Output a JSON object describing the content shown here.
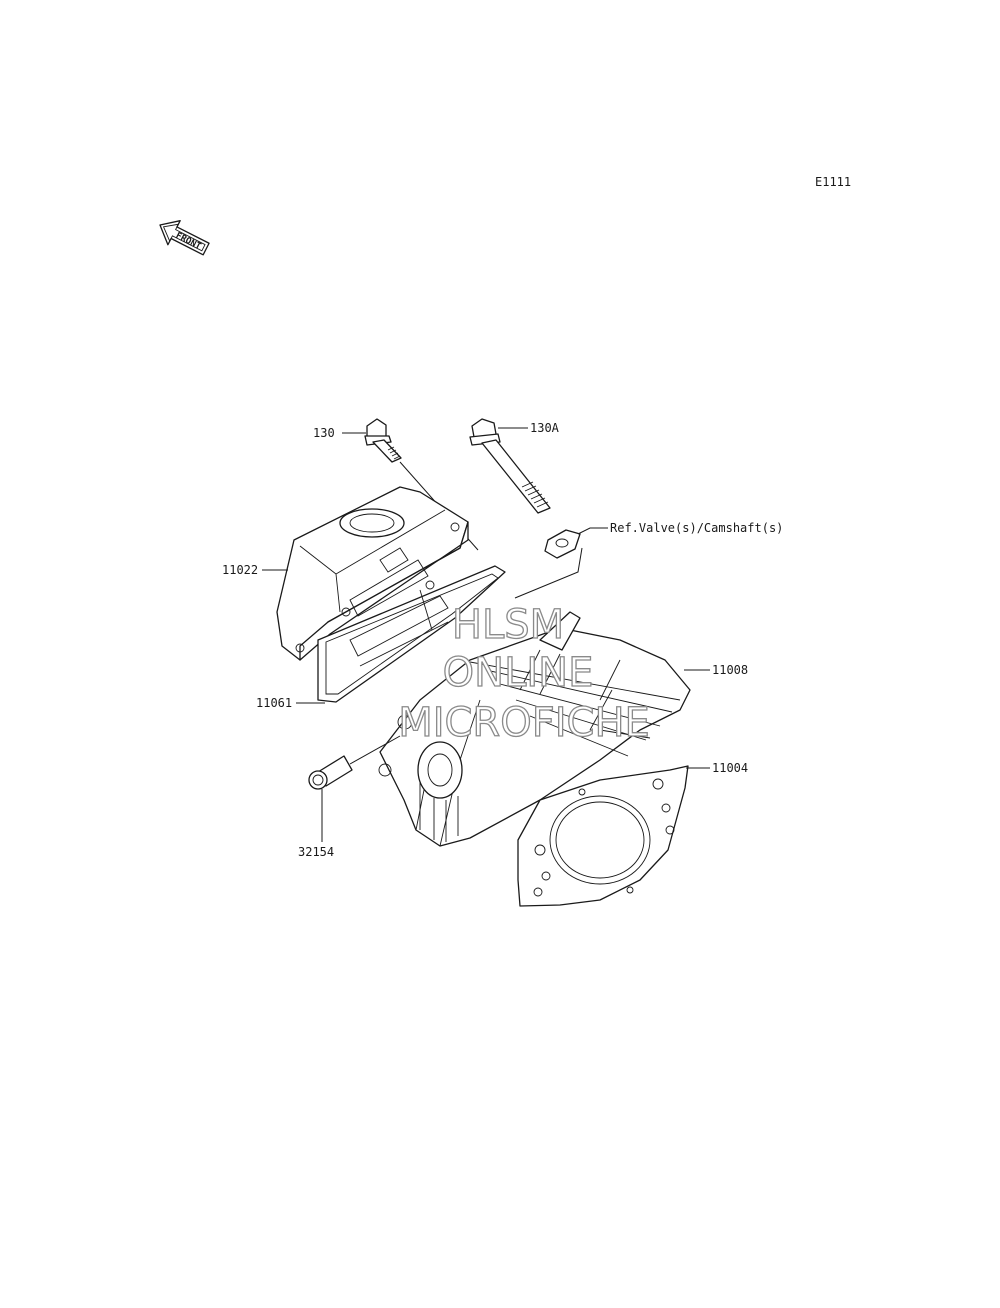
{
  "diagram_code": "E1111",
  "front_marker": "FRONT",
  "watermark": [
    "HLSM",
    "ONLINE",
    "MICROFICHE"
  ],
  "callouts": {
    "bolt_130": "130",
    "bolt_130a": "130A",
    "ref_valves": "Ref.Valve(s)/Camshaft(s)",
    "cover_11022": "11022",
    "head_11008": "11008",
    "gasket_11061": "11061",
    "gasket_11004": "11004",
    "pipe_32154": "32154"
  }
}
